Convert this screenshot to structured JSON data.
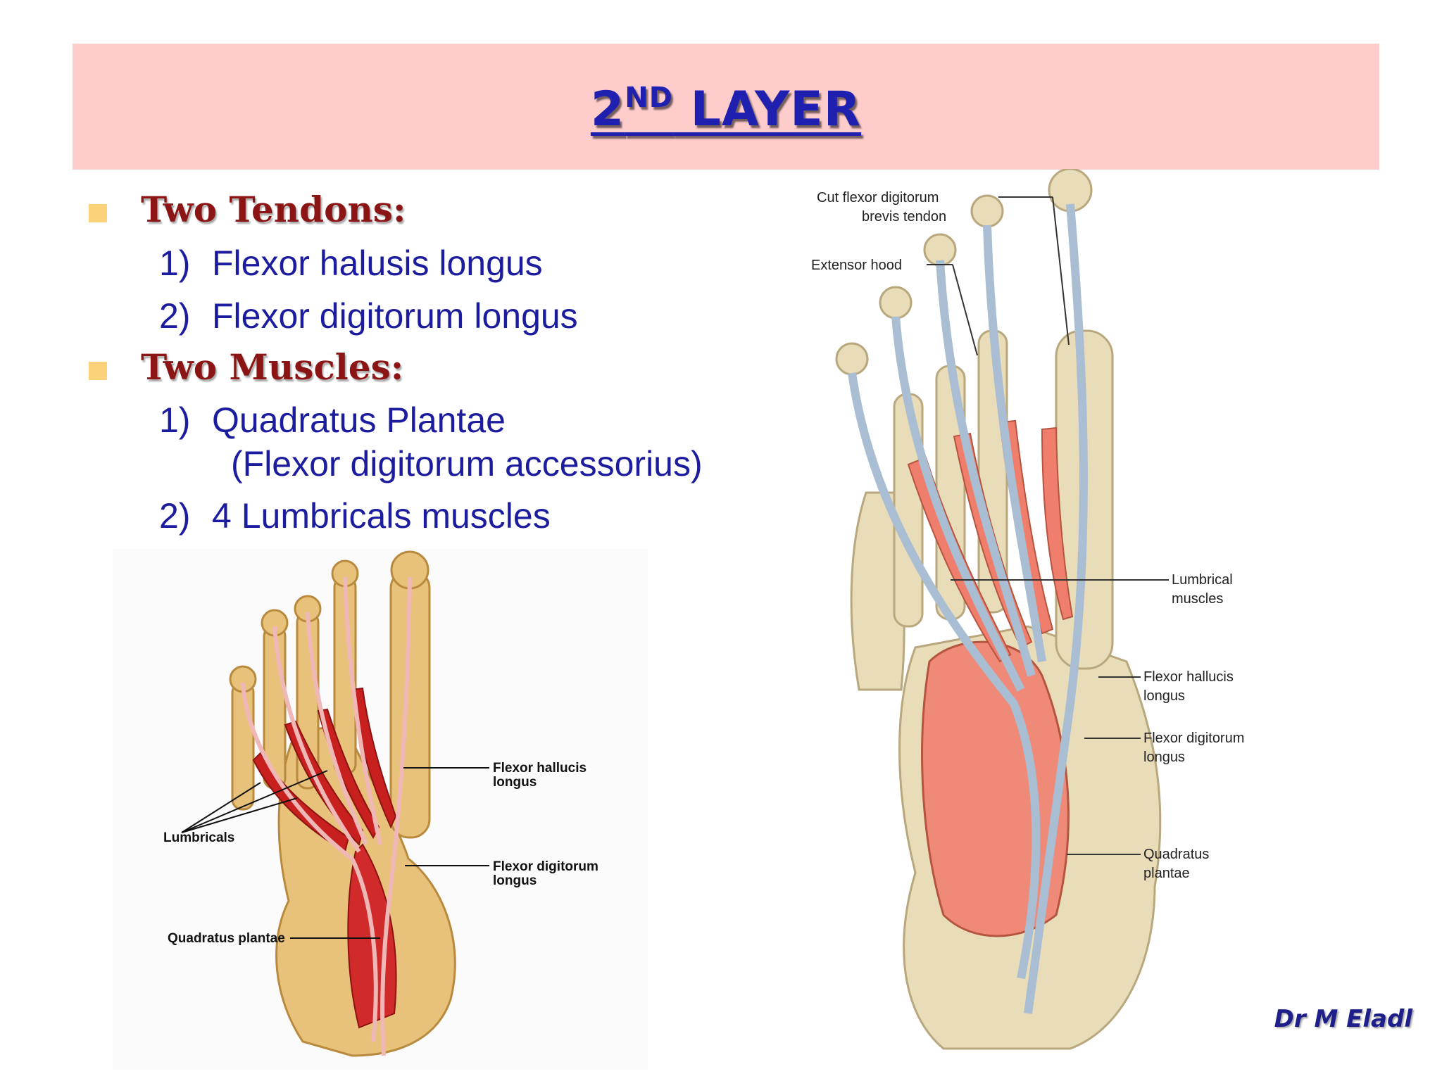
{
  "slide": {
    "title_main": "2",
    "title_sup": "ND",
    "title_rest": " LAYER",
    "credit": "Dr M Eladl"
  },
  "sections": [
    {
      "heading": "Two Tendons:",
      "items": [
        {
          "num": "1)",
          "text": "Flexor halusis longus"
        },
        {
          "num": "2)",
          "text": "Flexor digitorum longus"
        }
      ]
    },
    {
      "heading": "Two Muscles:",
      "items": [
        {
          "num": "1)",
          "text": "Quadratus Plantae",
          "sub": "(Flexor digitorum accessorius)"
        },
        {
          "num": "2)",
          "text": "4 Lumbricals muscles"
        }
      ]
    }
  ],
  "left_figure": {
    "labels": {
      "fhl_1": "Flexor hallucis",
      "fhl_2": "longus",
      "lumbricals": "Lumbricals",
      "fdl_1": "Flexor digitorum",
      "fdl_2": "longus",
      "qp": "Quadratus plantae"
    }
  },
  "right_figure": {
    "labels": {
      "cut_1": "Cut flexor digitorum",
      "cut_2": "brevis tendon",
      "ext_hood": "Extensor hood",
      "lum_1": "Lumbrical",
      "lum_2": "muscles",
      "fhl_1": "Flexor hallucis",
      "fhl_2": "longus",
      "fdl_1": "Flexor digitorum",
      "fdl_2": "longus",
      "qp_1": "Quadratus",
      "qp_2": "plantae"
    }
  },
  "colors": {
    "title_band": "#ffcccc",
    "title_text": "#1f1fb0",
    "heading_text": "#8b1515",
    "body_text": "#1c1c9e",
    "bullet": "#fbd27a"
  }
}
